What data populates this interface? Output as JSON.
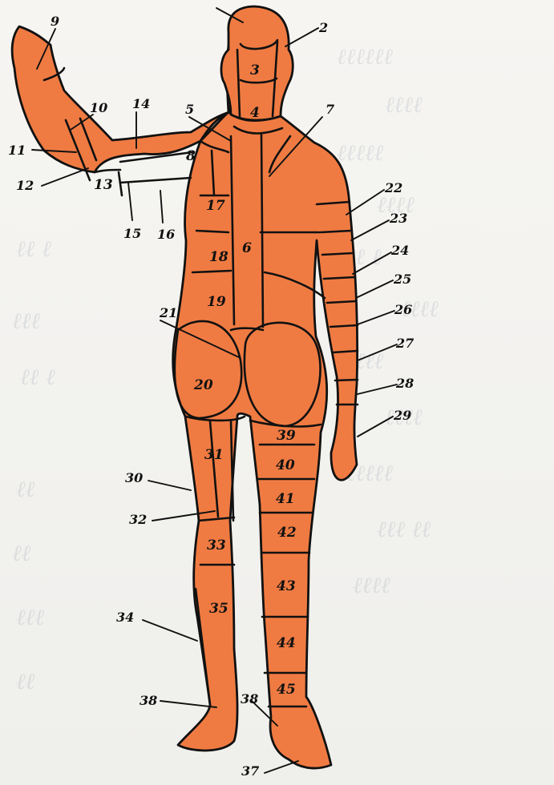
{
  "labels": [
    "2",
    "3",
    "4",
    "5",
    "6",
    "7",
    "8",
    "9",
    "10",
    "11",
    "12",
    "13",
    "14",
    "15",
    "16",
    "17",
    "18",
    "19",
    "20",
    "21",
    "22",
    "23",
    "24",
    "25",
    "26",
    "27",
    "28",
    "29",
    "30",
    "31",
    "32",
    "33",
    "34",
    "35",
    "37",
    "38",
    "38",
    "39",
    "40",
    "41",
    "42",
    "43",
    "44",
    "45"
  ],
  "colors": {
    "skin": "#f07b42",
    "ink": "#111111",
    "paper": "#f4f3f0"
  }
}
